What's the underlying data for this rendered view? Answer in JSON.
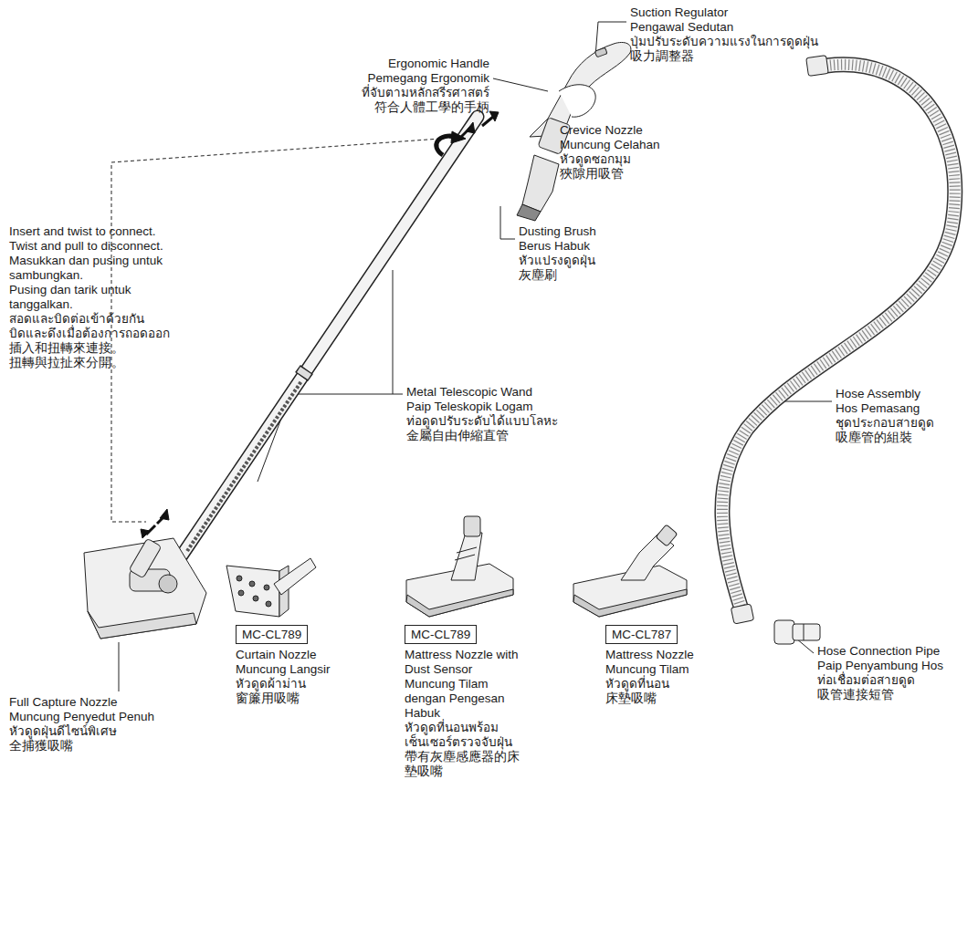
{
  "diagram": {
    "nodes": [
      {
        "text": [
          "MC-CL789"
        ]
      },
      {
        "text": [
          "MC-CL789"
        ]
      },
      {
        "text": [
          "MC-CL787"
        ]
      }
    ],
    "labels": [
      "Suction Regulator",
      "Pengawal Sedutan",
      "ปุ่มปรับระดับความแรงในการดูดฝุ่น",
      "吸力調整器",
      "Ergonomic Handle",
      "Pemegang Ergonomik",
      "ที่จับตามหลักสรีรศาสตร์",
      "符合人體工學的手柄",
      "Crevice Nozzle",
      "Muncung Celahan",
      "หัวดูดซอกมุม",
      "狹隙用吸管",
      "Dusting Brush",
      "Berus Habuk",
      "หัวแปรงดูดฝุ่น",
      "灰塵刷",
      "Insert and twist to connect.",
      "Twist and pull to disconnect.",
      "Masukkan dan pusing untuk sambungkan.",
      "Pusing dan tarik untuk tanggalkan.",
      "สอดและบิดต่อเข้าด้วยกัน",
      "บิดและดึงเมื่อต้องการถอดออก",
      "插入和扭轉來連接。",
      "扭轉與拉扯來分開。",
      "Metal Telescopic Wand",
      "Paip Teleskopik Logam",
      "ท่อดูดปรับระดับได้แบบโลหะ",
      "金屬自由伸縮直管",
      "Hose Assembly",
      "Hos Pemasang",
      "ชุดประกอบสายดูด",
      "吸塵管的組裝",
      "Hose Connection Pipe",
      "Paip Penyambung Hos",
      "ท่อเชื่อมต่อสายดูด",
      "吸管連接短管",
      "Full Capture Nozzle",
      "Muncung Penyedut Penuh",
      "หัวดูดฝุ่นดีไซน์พิเศษ",
      "全捕獲吸嘴",
      "Curtain Nozzle",
      "Muncung Langsir",
      "หัวดูดผ้าม่าน",
      "窗簾用吸嘴",
      "Mattress Nozzle with Dust Sensor",
      "Muncung Tilam dengan Pengesan Habuk",
      "หัวดูดที่นอนพร้อมเซ็นเซอร์ตรวจจับฝุ่น",
      "帶有灰塵感應器的床墊吸嘴",
      "Mattress Nozzle",
      "Muncung Tilam",
      "หัวดูดที่นอน",
      "床墊吸嘴"
    ]
  }
}
